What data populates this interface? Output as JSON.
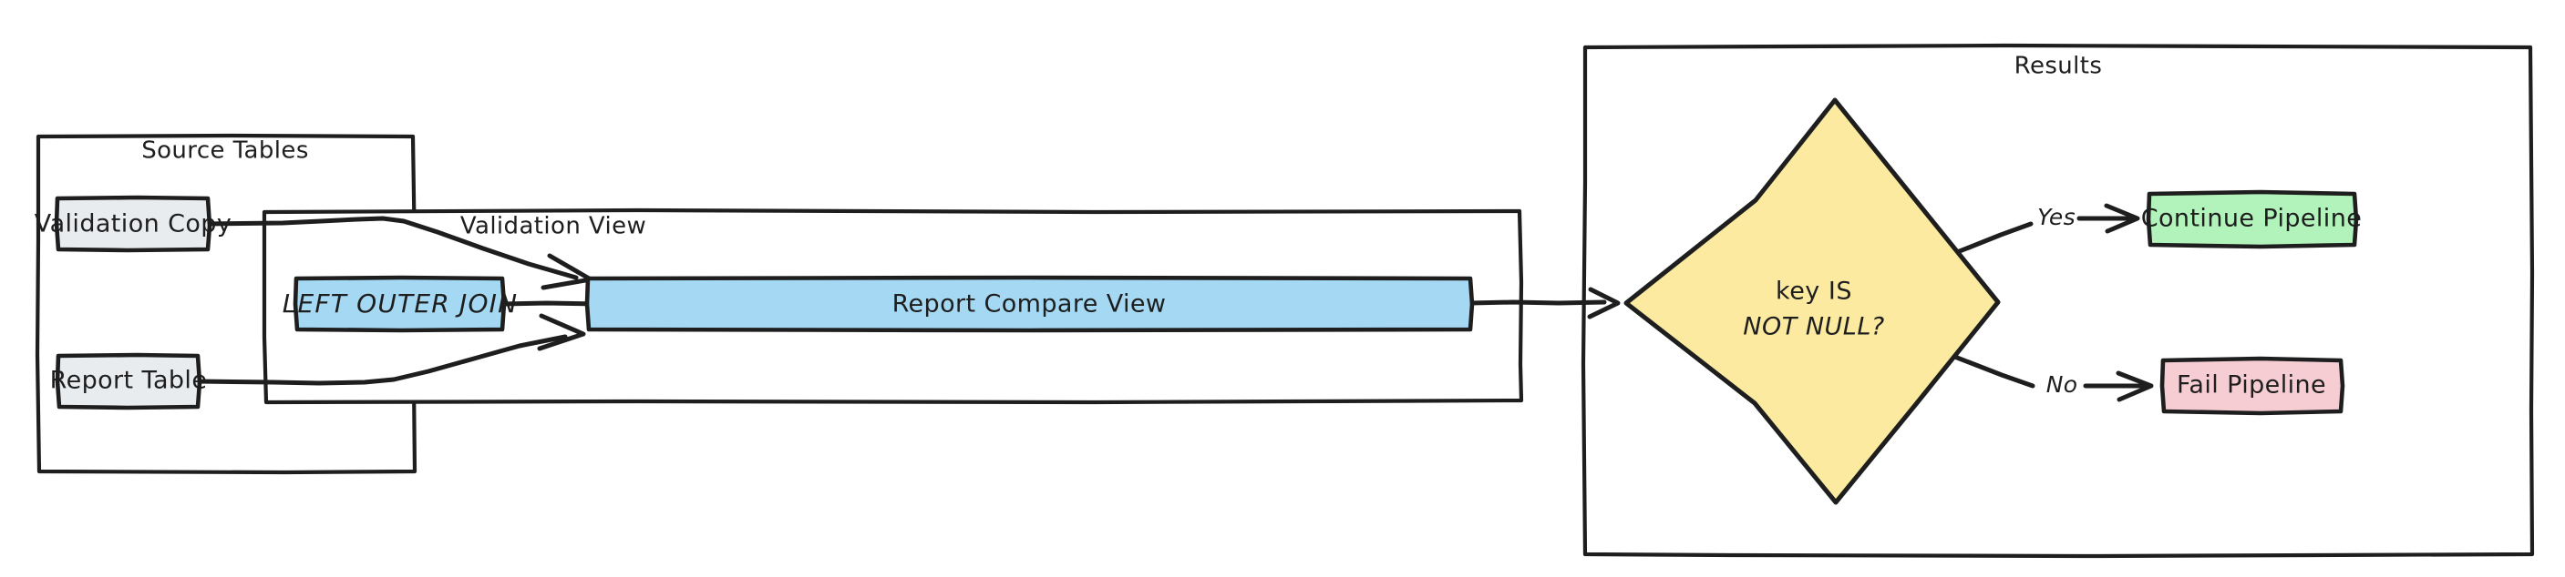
{
  "diagram": {
    "title": "Validation View Pipeline Flow",
    "style": "hand-drawn",
    "background": "#ffffff",
    "stroke_color": "#1e1e1e"
  },
  "containers": [
    {
      "id": "source-tables",
      "label": "Source Tables",
      "fill": "#ffffff"
    },
    {
      "id": "validation-view",
      "label": "Validation View",
      "fill": "#ffffff"
    },
    {
      "id": "results",
      "label": "Results",
      "fill": "#ffffff"
    }
  ],
  "nodes": [
    {
      "id": "validation-copy",
      "label": "Validation Copy",
      "fill": "#e9ecef",
      "shape": "rect"
    },
    {
      "id": "report-table",
      "label": "Report Table",
      "fill": "#e9ecef",
      "shape": "rect"
    },
    {
      "id": "left-outer-join",
      "label": "LEFT OUTER JOIN",
      "fill": "#a5d8f3",
      "shape": "rect"
    },
    {
      "id": "report-compare-view",
      "label": "Report Compare View",
      "fill": "#a5d8f3",
      "shape": "rect"
    },
    {
      "id": "key-is-not-null",
      "label_line1": "key IS",
      "label_line2": "NOT NULL?",
      "fill": "#fbeaa0",
      "shape": "diamond"
    },
    {
      "id": "continue-pipeline",
      "label": "Continue Pipeline",
      "fill": "#b2f2bb",
      "shape": "rect"
    },
    {
      "id": "fail-pipeline",
      "label": "Fail Pipeline",
      "fill": "#f7cdd4",
      "shape": "rect"
    }
  ],
  "edges": [
    {
      "id": "edge-validation-copy-to-join",
      "from": "validation-copy",
      "to": "left-outer-join",
      "label": ""
    },
    {
      "id": "edge-report-table-to-join",
      "from": "report-table",
      "to": "left-outer-join",
      "label": ""
    },
    {
      "id": "edge-join-to-compare",
      "from": "left-outer-join",
      "to": "report-compare-view",
      "label": ""
    },
    {
      "id": "edge-compare-to-decision",
      "from": "report-compare-view",
      "to": "key-is-not-null",
      "label": ""
    },
    {
      "id": "edge-decision-yes",
      "from": "key-is-not-null",
      "to": "continue-pipeline",
      "label": "Yes"
    },
    {
      "id": "edge-decision-no",
      "from": "key-is-not-null",
      "to": "fail-pipeline",
      "label": "No"
    }
  ],
  "edge_labels": {
    "yes": "Yes",
    "no": "No"
  }
}
